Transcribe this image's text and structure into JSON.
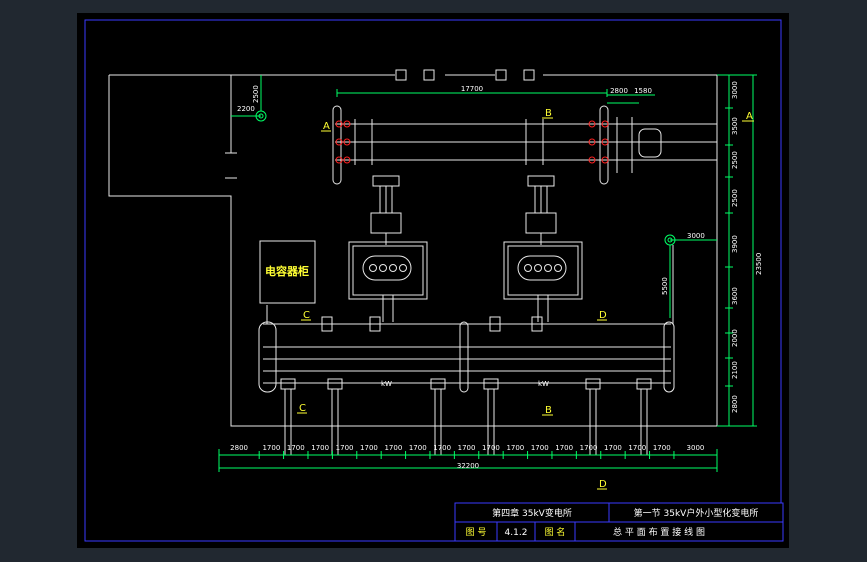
{
  "colors": {
    "background": "#212830",
    "sheet": "#000000",
    "line_white": "#e8e8e8",
    "dim_green": "#00ff66",
    "frame_blue": "#3a3aff",
    "text_white": "#ffffff",
    "label_yellow": "#ffff33",
    "equipment_red": "#ff2020"
  },
  "title_block": {
    "chapter": "第四章  35kV变电所",
    "section": "第一节   35kV户外小型化变电所",
    "drawing_no_label": "图  号",
    "drawing_no": "4.1.2",
    "drawing_name_label": "图  名",
    "drawing_name": "总 平 面 布 置 接 线 图"
  },
  "labels": {
    "capacitor_cabinet": "电容器柜",
    "section_a_left": "A",
    "section_a_right": "A",
    "section_b_top": "B",
    "section_b_bottom": "B",
    "section_c_upper": "C",
    "section_c_lower": "C",
    "section_d_upper": "D",
    "section_d_lower": "D"
  },
  "dimensions": {
    "left_top_2200": "2200",
    "left_top_2500": "2500",
    "bus_span": "17700",
    "top_right_2800": "2800",
    "top_right_1580": "1580",
    "right_3000_top": "3000",
    "right_3500": "3500",
    "right_2500_a": "2500",
    "right_2500_b": "2500",
    "right_3900": "3900",
    "right_3600": "3600",
    "right_2000": "2000",
    "right_2100": "2100",
    "right_2800": "2800",
    "right_total": "23500",
    "light_pole_3000": "3000",
    "light_pole_5500": "5500",
    "bottom_segments": [
      "2800",
      "1700",
      "1700",
      "1700",
      "1700",
      "1700",
      "1700",
      "1700",
      "1700",
      "1700",
      "1700",
      "1700",
      "1700",
      "1700",
      "1700",
      "1700",
      "1700",
      "1700",
      "3000"
    ],
    "bottom_total": "32200",
    "switchgear_tag_left": "kW",
    "switchgear_tag_right": "kW"
  }
}
